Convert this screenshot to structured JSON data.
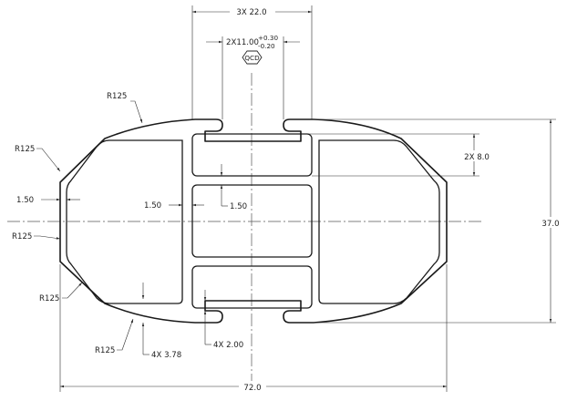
{
  "dimensions": {
    "top_width": "3X 22.0",
    "tolerance_nominal": "2X11.00",
    "tolerance_plus": "+0.30",
    "tolerance_minus": "-0.20",
    "qcd_tag": "QCD",
    "height_right": "37.0",
    "slot_height": "2X 8.0",
    "total_width": "72.0",
    "wall_left": "1.50",
    "wall_center_left": "1.50",
    "wall_center_right": "1.50",
    "slot_gap": "4X 2.00",
    "slot_depth": "4X 3.78",
    "radius_top_left": "R125",
    "radius_left_upper": "R125",
    "radius_left_mid": "R125",
    "radius_left_lower": "R125",
    "radius_bottom_left": "R125"
  }
}
